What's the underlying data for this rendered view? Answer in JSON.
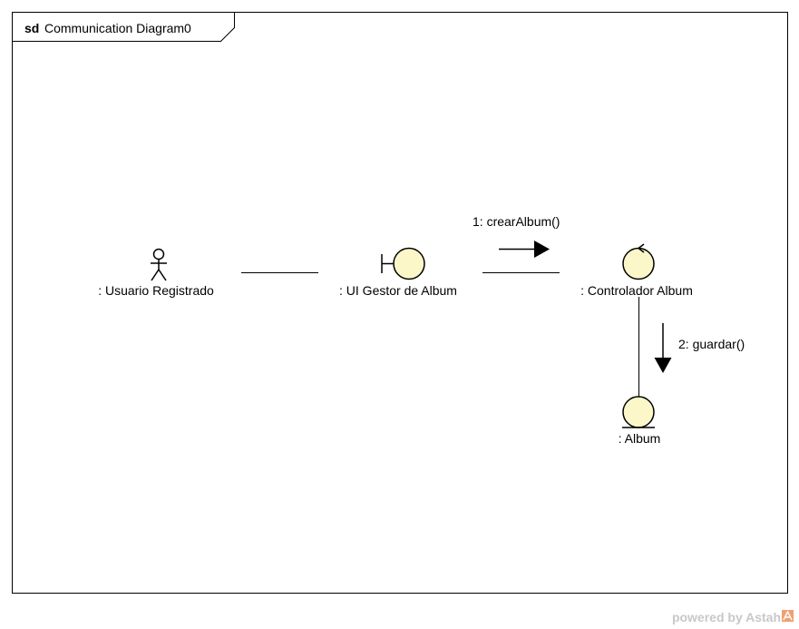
{
  "frame": {
    "keyword": "sd",
    "name": "Communication Diagram0"
  },
  "lifelines": {
    "actor": {
      "label": ": Usuario Registrado",
      "kind": "actor"
    },
    "boundary": {
      "label": ": UI Gestor de Album",
      "kind": "boundary"
    },
    "control": {
      "label": ": Controlador Album",
      "kind": "control"
    },
    "entity": {
      "label": ": Album",
      "kind": "entity"
    }
  },
  "messages": [
    {
      "label": "1: crearAlbum()",
      "from": ": UI Gestor de Album",
      "to": ": Controlador Album",
      "direction": "right"
    },
    {
      "label": "2: guardar()",
      "from": ": Controlador Album",
      "to": ": Album",
      "direction": "down"
    }
  ],
  "watermark": {
    "text": "powered by Astah",
    "icon": "astah-logo-icon"
  },
  "colors": {
    "object_fill": "#fbf7c9",
    "stroke": "#000000",
    "watermark_text": "#c8c8c8",
    "watermark_logo": "#f0a070"
  }
}
